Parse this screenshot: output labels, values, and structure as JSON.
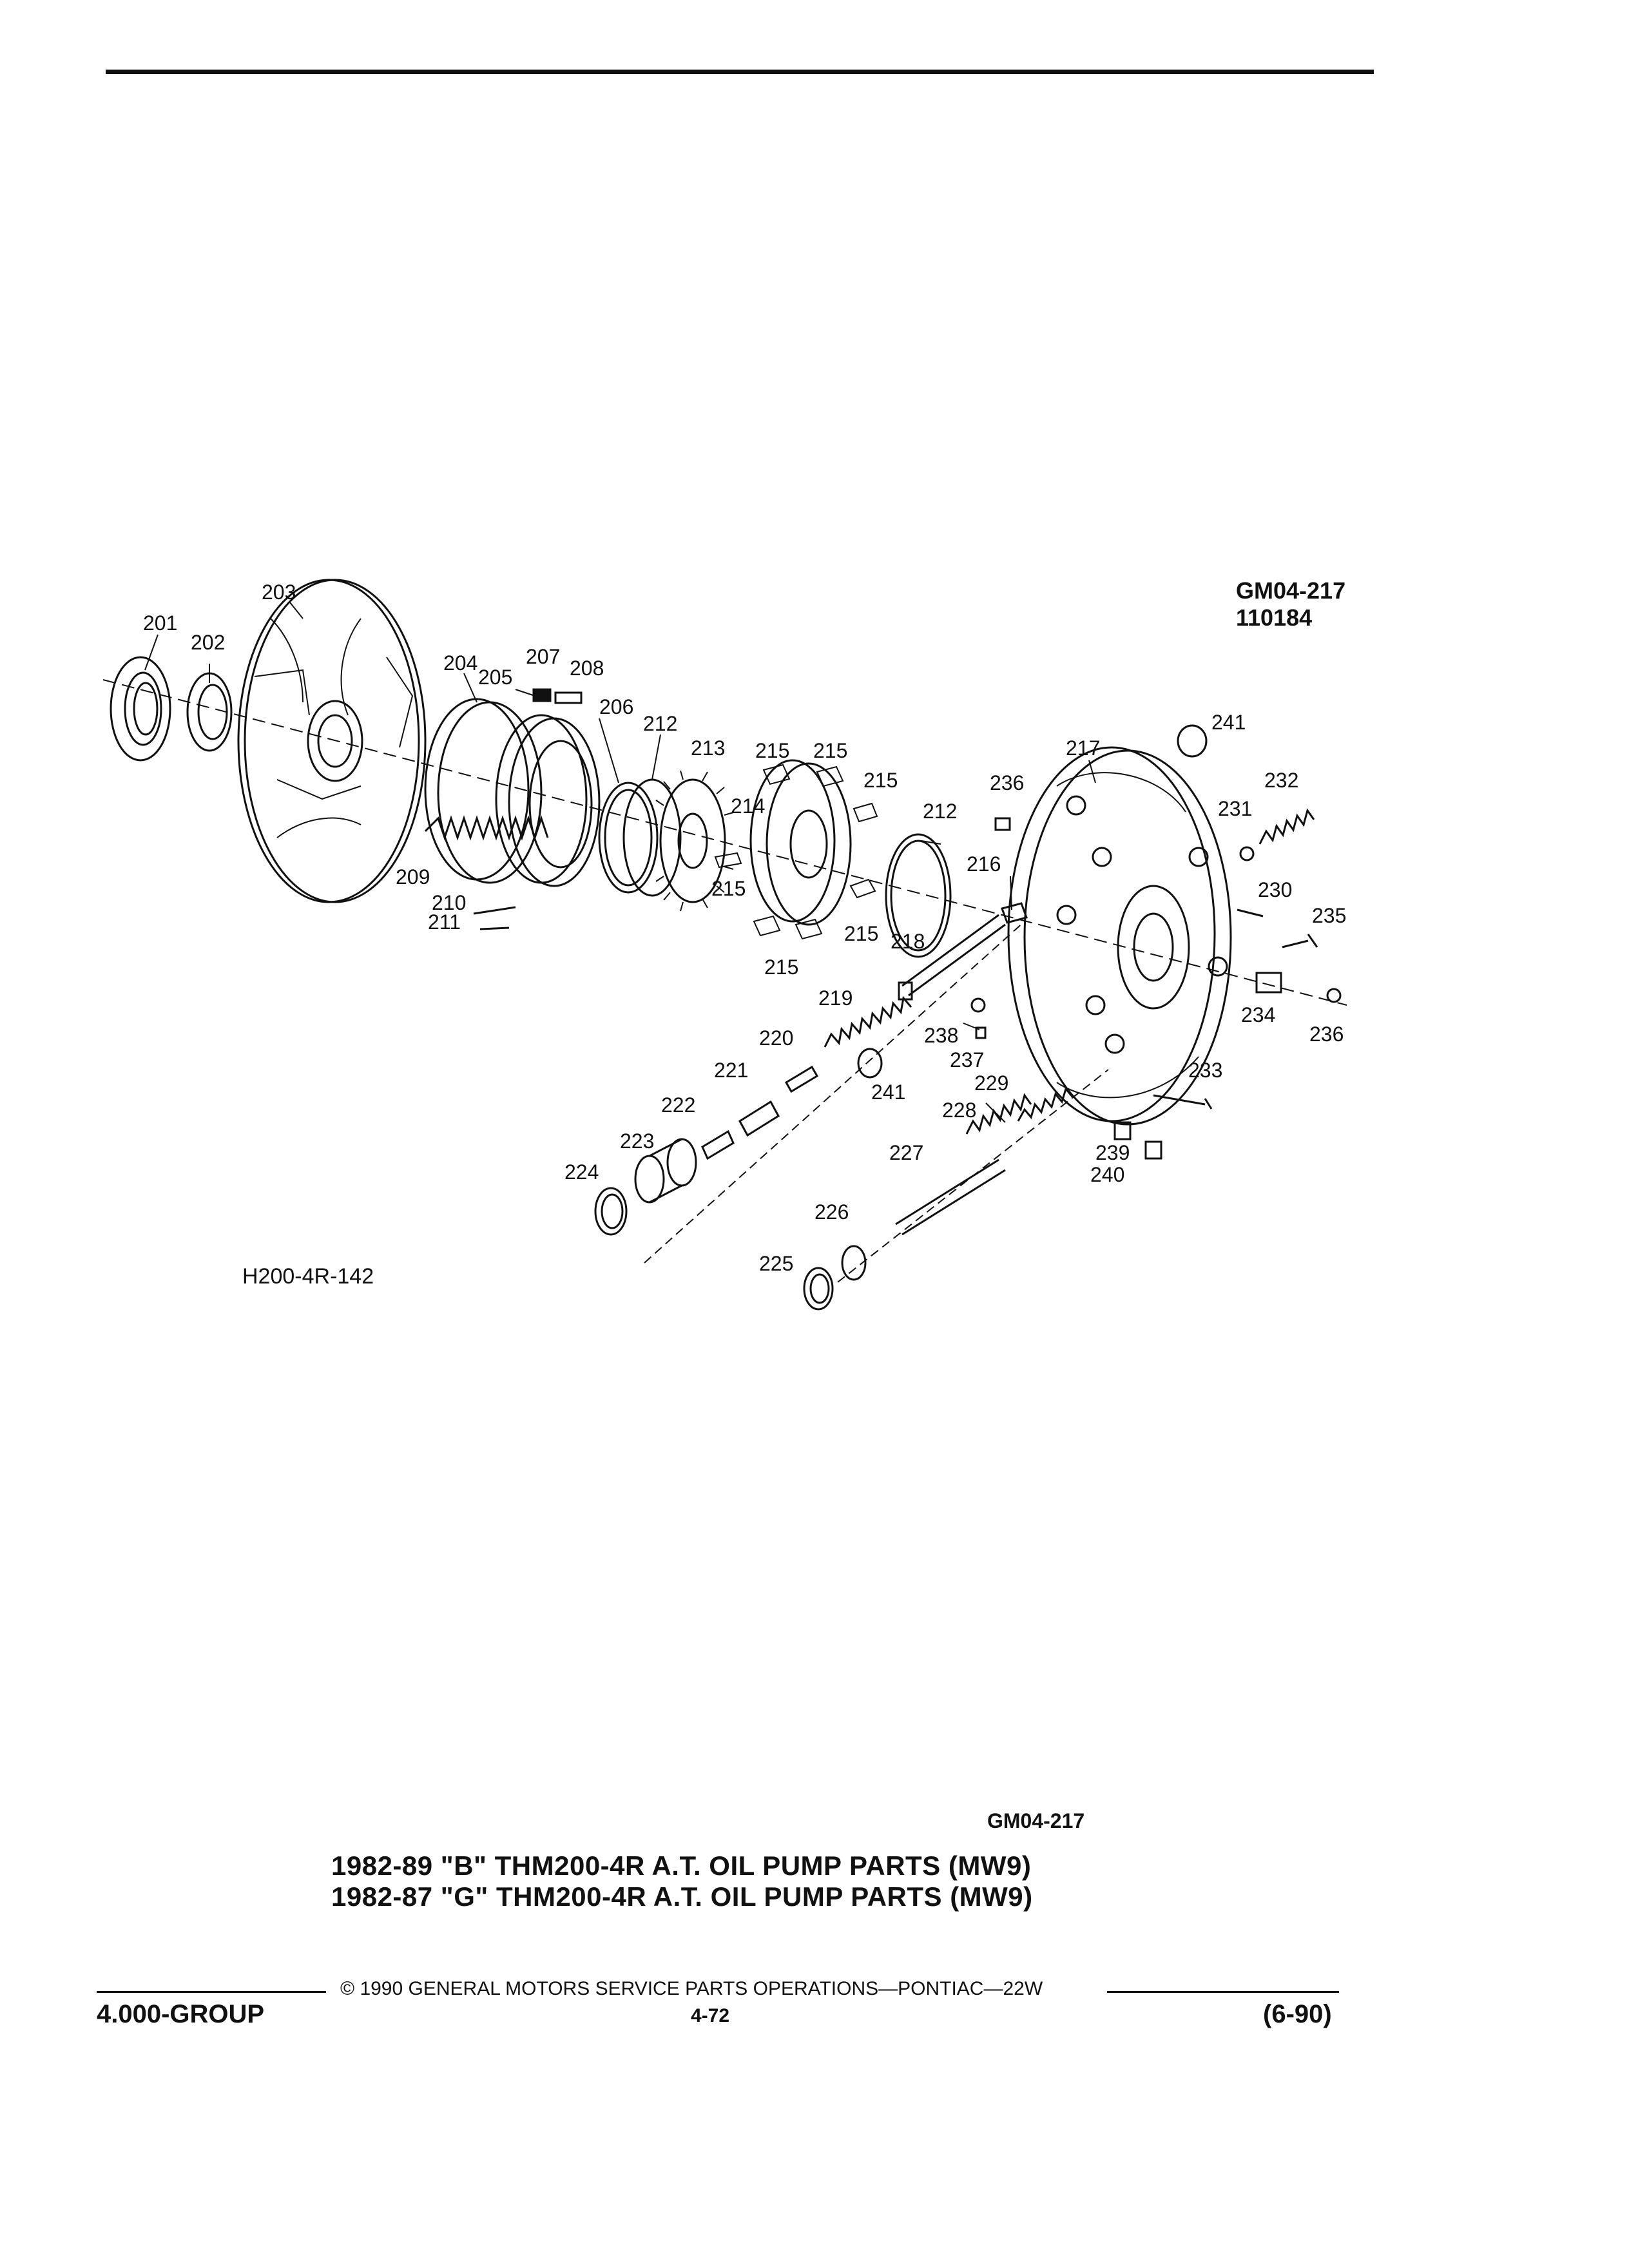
{
  "figure_ref": {
    "line1": "GM04-217",
    "line2": "110184"
  },
  "illustration_code": "H200-4R-142",
  "callouts": [
    "201",
    "202",
    "203",
    "204",
    "205",
    "206",
    "207",
    "208",
    "209",
    "210",
    "211",
    "212",
    "212",
    "213",
    "214",
    "215",
    "215",
    "215",
    "215",
    "215",
    "215",
    "215",
    "216",
    "217",
    "218",
    "219",
    "220",
    "221",
    "222",
    "223",
    "224",
    "225",
    "226",
    "227",
    "228",
    "229",
    "230",
    "231",
    "232",
    "233",
    "234",
    "235",
    "236",
    "236",
    "237",
    "238",
    "239",
    "240",
    "241",
    "241"
  ],
  "caption_code": "GM04-217",
  "titles": [
    "1982-89 \"B\" THM200-4R A.T. OIL PUMP PARTS (MW9)",
    "1982-87 \"G\" THM200-4R A.T. OIL PUMP PARTS (MW9)"
  ],
  "footer": {
    "copyright": "© 1990 GENERAL MOTORS SERVICE PARTS OPERATIONS—PONTIAC—22W",
    "group": "4.000-GROUP",
    "page": "4-72",
    "date": "(6-90)"
  }
}
